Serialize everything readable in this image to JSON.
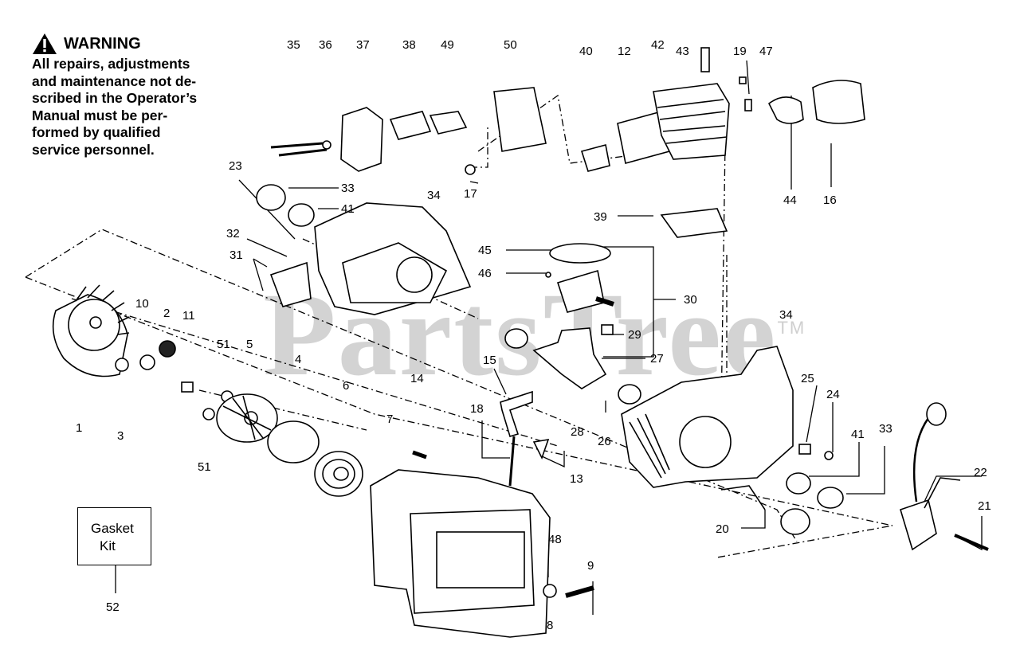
{
  "warning": {
    "title": "WARNING",
    "lines": [
      "All repairs, adjustments",
      "and maintenance not de-",
      "scribed in the Operator’s",
      "Manual must be per-",
      "formed by qualified",
      "service personnel."
    ]
  },
  "watermark": {
    "text": "PartsTree",
    "tm": "TM"
  },
  "gasket_kit": {
    "line1": "Gasket",
    "line2": "Kit",
    "ref": "52"
  },
  "part_labels": [
    "35",
    "36",
    "37",
    "38",
    "49",
    "50",
    "40",
    "12",
    "42",
    "43",
    "19",
    "47",
    "44",
    "16",
    "23",
    "33",
    "41",
    "34",
    "17",
    "39",
    "32",
    "31",
    "45",
    "46",
    "30",
    "29",
    "27",
    "10",
    "2",
    "11",
    "51",
    "5",
    "4",
    "6",
    "14",
    "15",
    "1",
    "3",
    "51",
    "7",
    "18",
    "28",
    "26",
    "13",
    "34",
    "25",
    "24",
    "41",
    "33",
    "22",
    "21",
    "20",
    "48",
    "9",
    "8"
  ]
}
